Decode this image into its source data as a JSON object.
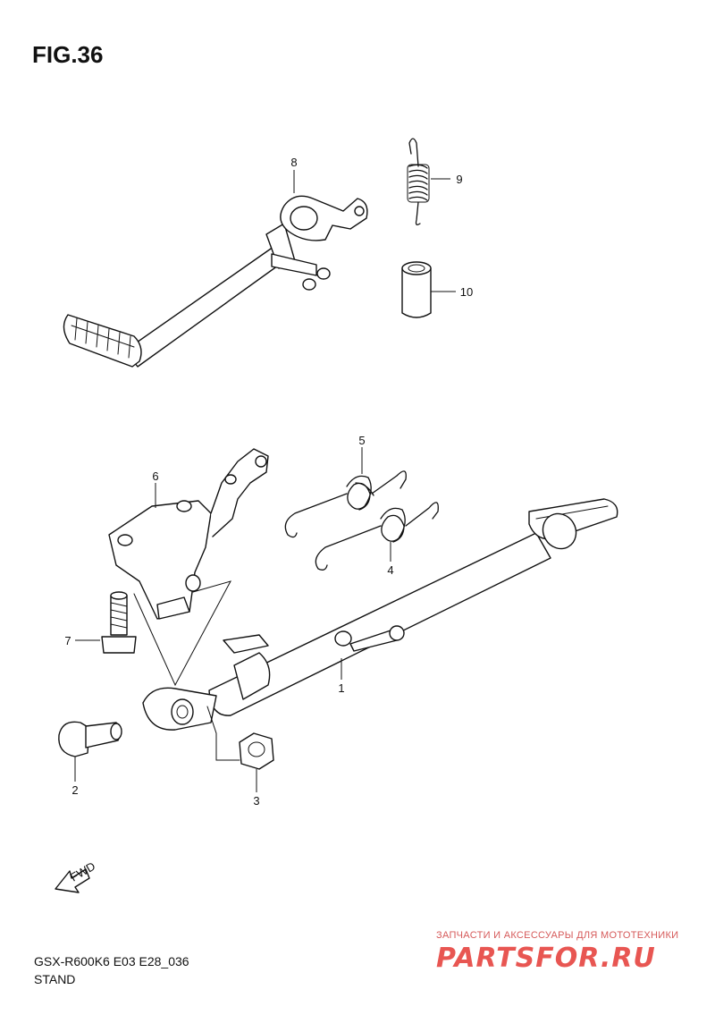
{
  "figure": {
    "title": "FIG.36"
  },
  "callouts": {
    "p1": "1",
    "p2": "2",
    "p3": "3",
    "p4": "4",
    "p5": "5",
    "p6": "6",
    "p7": "7",
    "p8": "8",
    "p9": "9",
    "p10": "10"
  },
  "fwd_label": "FWD",
  "footer": {
    "model": "GSX-R600K6 E03 E28_036",
    "name": "STAND"
  },
  "watermark": {
    "tagline": "ЗАПЧАСТИ И АКСЕССУАРЫ ДЛЯ МОТОТЕХНИКИ",
    "logo": "PARTSFOR.RU"
  },
  "colors": {
    "line": "#111111",
    "watermark": "#e53935"
  }
}
